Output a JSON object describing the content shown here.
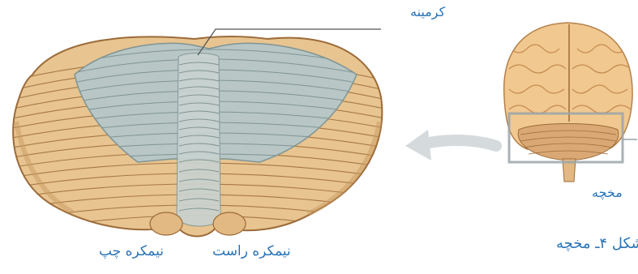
{
  "colors": {
    "label": "#2a74b8",
    "cortex": "#e7c490",
    "cortex_shade": "#c99960",
    "folia_line": "#9c6b39",
    "vermis": "#b8c6c6",
    "vermis_line": "#7f9494",
    "arrow": "#d5dadd",
    "box": "#9aa4aa"
  },
  "labels": {
    "vermis": "کرمینه",
    "cerebellum": "مخچه",
    "caption": "شکل ۴ـ مخچه",
    "right_hemisphere": "نیمکره راست",
    "left_hemisphere": "نیمکره چپ"
  },
  "icons": {
    "arrow": "left-arrow-icon",
    "small_brain": "brain-illustration",
    "cerebellum": "cerebellum-illustration"
  }
}
